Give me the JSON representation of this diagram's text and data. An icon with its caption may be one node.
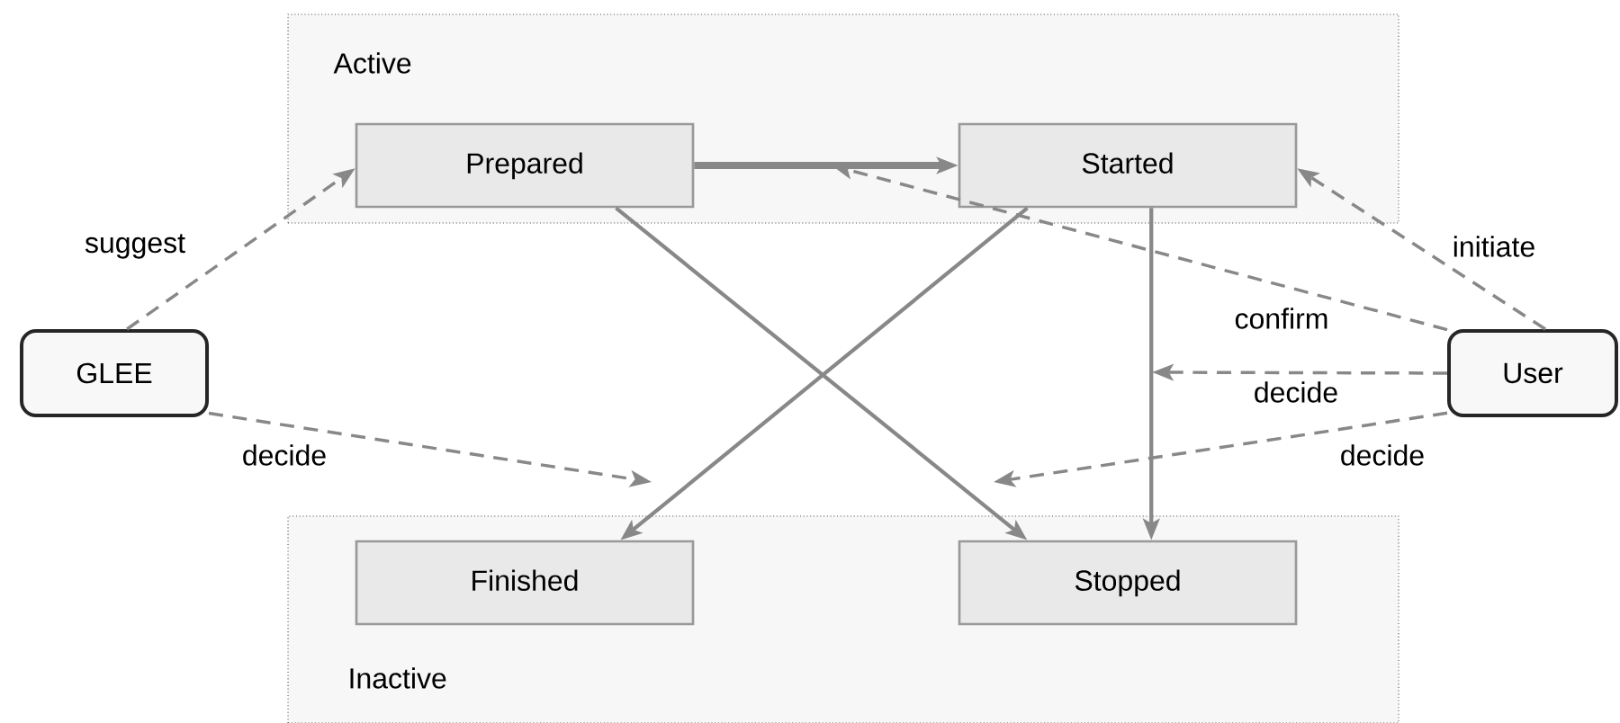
{
  "diagram": {
    "nodes": [
      {
        "text": [
          "Active"
        ]
      },
      {
        "text": [
          "Prepared"
        ],
        "in": 0
      },
      {
        "text": [
          "Started"
        ],
        "in": 0
      },
      {
        "text": [
          "GLEE"
        ]
      },
      {
        "text": [
          "User"
        ]
      },
      {
        "text": [
          "Inactive"
        ]
      },
      {
        "text": [
          "Finished"
        ],
        "in": 5
      },
      {
        "text": [
          "Stopped"
        ],
        "in": 5
      }
    ],
    "edges": [
      {
        "from": 1,
        "to": 2,
        "arrow": "to",
        "style": "thick"
      },
      {
        "from": 1,
        "to": 7,
        "arrow": "to"
      },
      {
        "from": 2,
        "to": 6,
        "arrow": "to"
      },
      {
        "from": 2,
        "to": 7,
        "arrow": "to"
      },
      {
        "from": 3,
        "to": 1,
        "arrow": "to",
        "style": "dashed",
        "label": "suggest"
      },
      {
        "from": 3,
        "to": null,
        "arrow": "to",
        "style": "dashed",
        "label": "decide"
      },
      {
        "from": 4,
        "to": 2,
        "arrow": "to",
        "style": "dashed",
        "label": "initiate"
      },
      {
        "from": 4,
        "to": null,
        "arrow": "to",
        "style": "dashed",
        "label": "confirm"
      },
      {
        "from": 4,
        "to": null,
        "arrow": "to",
        "style": "dashed",
        "label": "decide"
      },
      {
        "from": 4,
        "to": null,
        "arrow": "to",
        "style": "dashed",
        "label": "decide"
      }
    ]
  }
}
